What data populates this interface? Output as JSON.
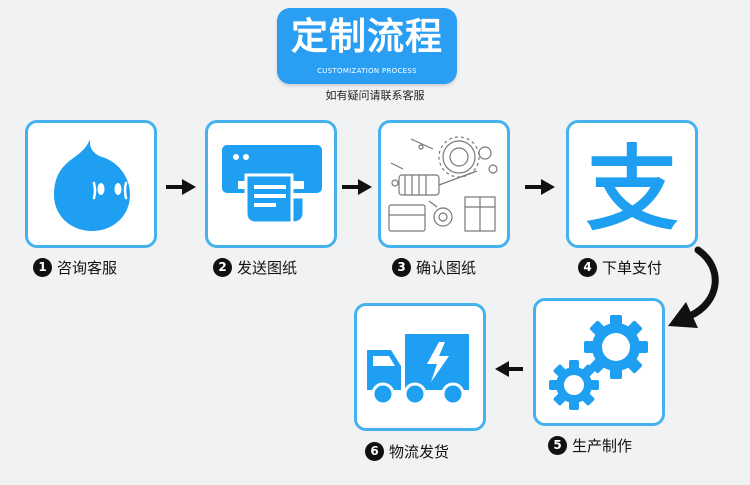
{
  "header": {
    "title": "定制流程",
    "subtitle": "CUSTOMIZATION PROCESS",
    "note": "如有疑问请联系客服"
  },
  "colors": {
    "accent": "#2a9ef3",
    "card_border": "#45b2ee",
    "icon_blue": "#1e9ff2",
    "background": "#f1f2f4"
  },
  "steps": [
    {
      "number": "1",
      "label": "咨询客服",
      "icon": "chat-mascot-icon"
    },
    {
      "number": "2",
      "label": "发送图纸",
      "icon": "printer-icon"
    },
    {
      "number": "3",
      "label": "确认图纸",
      "icon": "blueprint-drawing-icon"
    },
    {
      "number": "4",
      "label": "下单支付",
      "icon": "alipay-icon"
    },
    {
      "number": "5",
      "label": "生产制作",
      "icon": "gears-icon"
    },
    {
      "number": "6",
      "label": "物流发货",
      "icon": "delivery-truck-icon"
    }
  ],
  "alipay_glyph": "支"
}
